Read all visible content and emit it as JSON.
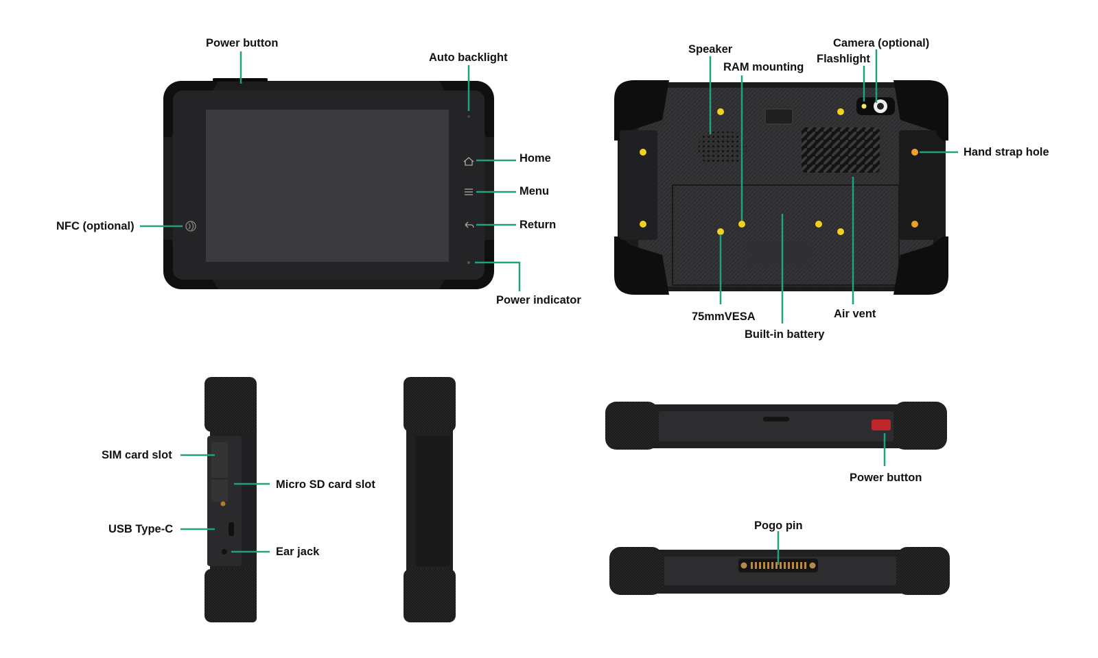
{
  "colors": {
    "leader": "#1fa37f",
    "body": "#2b2b2d",
    "bumper": "#151516",
    "screen": "#3b3b3d",
    "pin": "#f2d11f",
    "strap_pin": "#f0a02a",
    "power_key": "#c0272d",
    "background": "#ffffff"
  },
  "labels": {
    "power_button_top": "Power button",
    "auto_backlight": "Auto backlight",
    "home": "Home",
    "menu": "Menu",
    "return": "Return",
    "nfc": "NFC (optional)",
    "power_indicator": "Power indicator",
    "speaker": "Speaker",
    "ram_mounting": "RAM mounting",
    "camera": "Camera (optional)",
    "flashlight": "Flashlight",
    "hand_strap_hole": "Hand strap hole",
    "vesa": "75mmVESA",
    "battery": "Built-in battery",
    "air_vent": "Air vent",
    "sim_slot": "SIM card slot",
    "micro_sd": "Micro SD card slot",
    "usb_c": "USB Type-C",
    "ear_jack": "Ear jack",
    "power_button_edge": "Power button",
    "pogo_pin": "Pogo pin"
  },
  "icons": [
    "home-icon",
    "menu-icon",
    "return-icon",
    "nfc-icon"
  ]
}
